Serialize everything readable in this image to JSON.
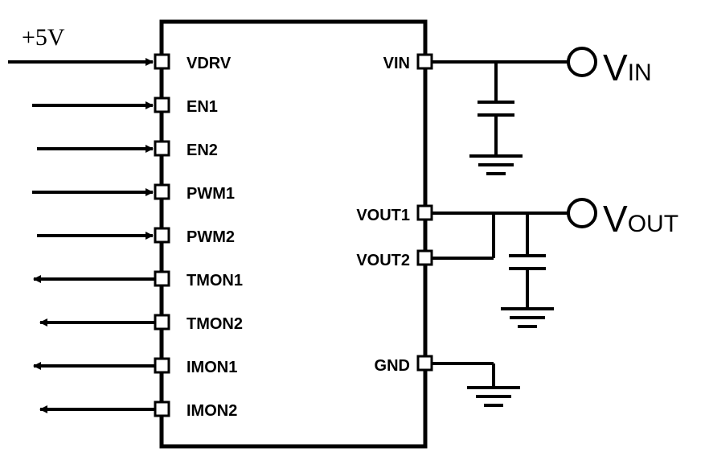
{
  "supply_label": "+5V",
  "left_pins": [
    {
      "label": "VDRV",
      "direction": "in"
    },
    {
      "label": "EN1",
      "direction": "in"
    },
    {
      "label": "EN2",
      "direction": "in"
    },
    {
      "label": "PWM1",
      "direction": "in"
    },
    {
      "label": "PWM2",
      "direction": "in"
    },
    {
      "label": "TMON1",
      "direction": "out"
    },
    {
      "label": "TMON2",
      "direction": "out"
    },
    {
      "label": "IMON1",
      "direction": "out"
    },
    {
      "label": "IMON2",
      "direction": "out"
    }
  ],
  "right_pins": {
    "vin": "VIN",
    "vout1": "VOUT1",
    "vout2": "VOUT2",
    "gnd": "GND"
  },
  "nodes": {
    "vin": {
      "main": "V",
      "sub": "IN"
    },
    "vout": {
      "main": "V",
      "sub": "OUT"
    }
  }
}
